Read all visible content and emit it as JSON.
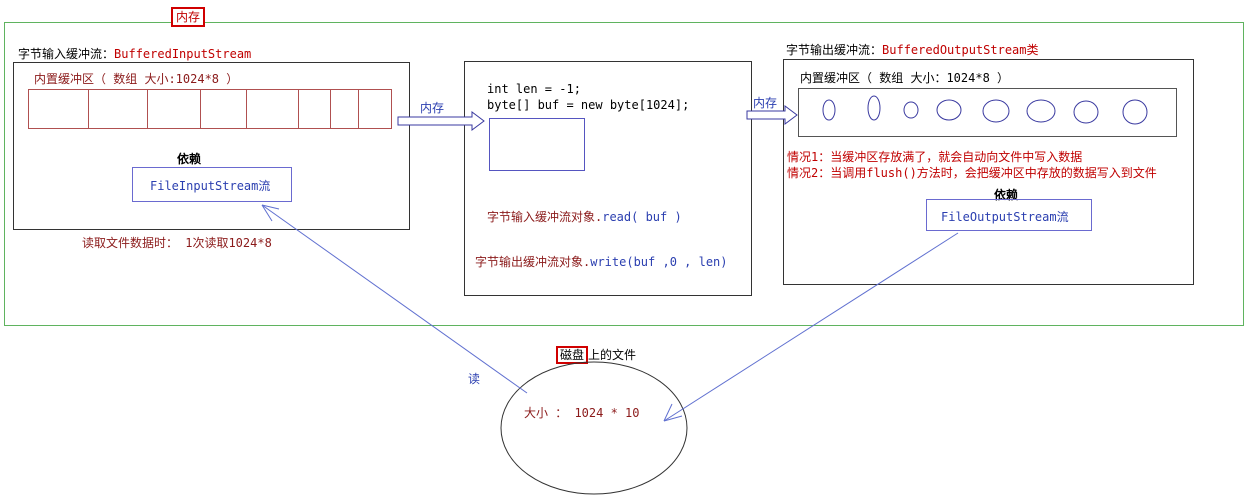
{
  "memory": {
    "label": "内存"
  },
  "input_stream": {
    "title": "字节输入缓冲流：",
    "class_name": "BufferedInputStream",
    "buffer_label": "内置缓冲区（ 数组     大小:1024*8 ）",
    "depends_label": "依赖",
    "file_stream": "FileInputStream流",
    "read_note": "读取文件数据时： 1次读取1024*8"
  },
  "center": {
    "line1": "int len = -1;",
    "line2": "byte[] buf = new byte[1024];",
    "read_prefix": "字节输入缓冲流对象.",
    "read_call": "read( buf )",
    "write_prefix": "字节输出缓冲流对象.",
    "write_call": "write(buf ,0 , len)"
  },
  "arrows": {
    "left_label": "内存",
    "right_label": "内存",
    "read_label": "读"
  },
  "output_stream": {
    "title": "字节输出缓冲流：",
    "class_name": "BufferedOutputStream类",
    "buffer_label": "内置缓冲区（ 数组     大小：1024*8 ）",
    "case1": "情况1：当缓冲区存放满了，就会自动向文件中写入数据",
    "case2": "情况2：当调用flush()方法时，会把缓冲区中存放的数据写入到文件",
    "depends_label": "依赖",
    "file_stream": "FileOutputStream流"
  },
  "disk": {
    "title_boxed": "磁盘",
    "title_rest": "上的文件",
    "size_text": "大小 ： 1024 * 10"
  },
  "colors": {
    "frame_green": "#5fb35f",
    "red": "#c00000",
    "blue": "#2b3fb0",
    "arrow_blue": "#6070d0"
  }
}
